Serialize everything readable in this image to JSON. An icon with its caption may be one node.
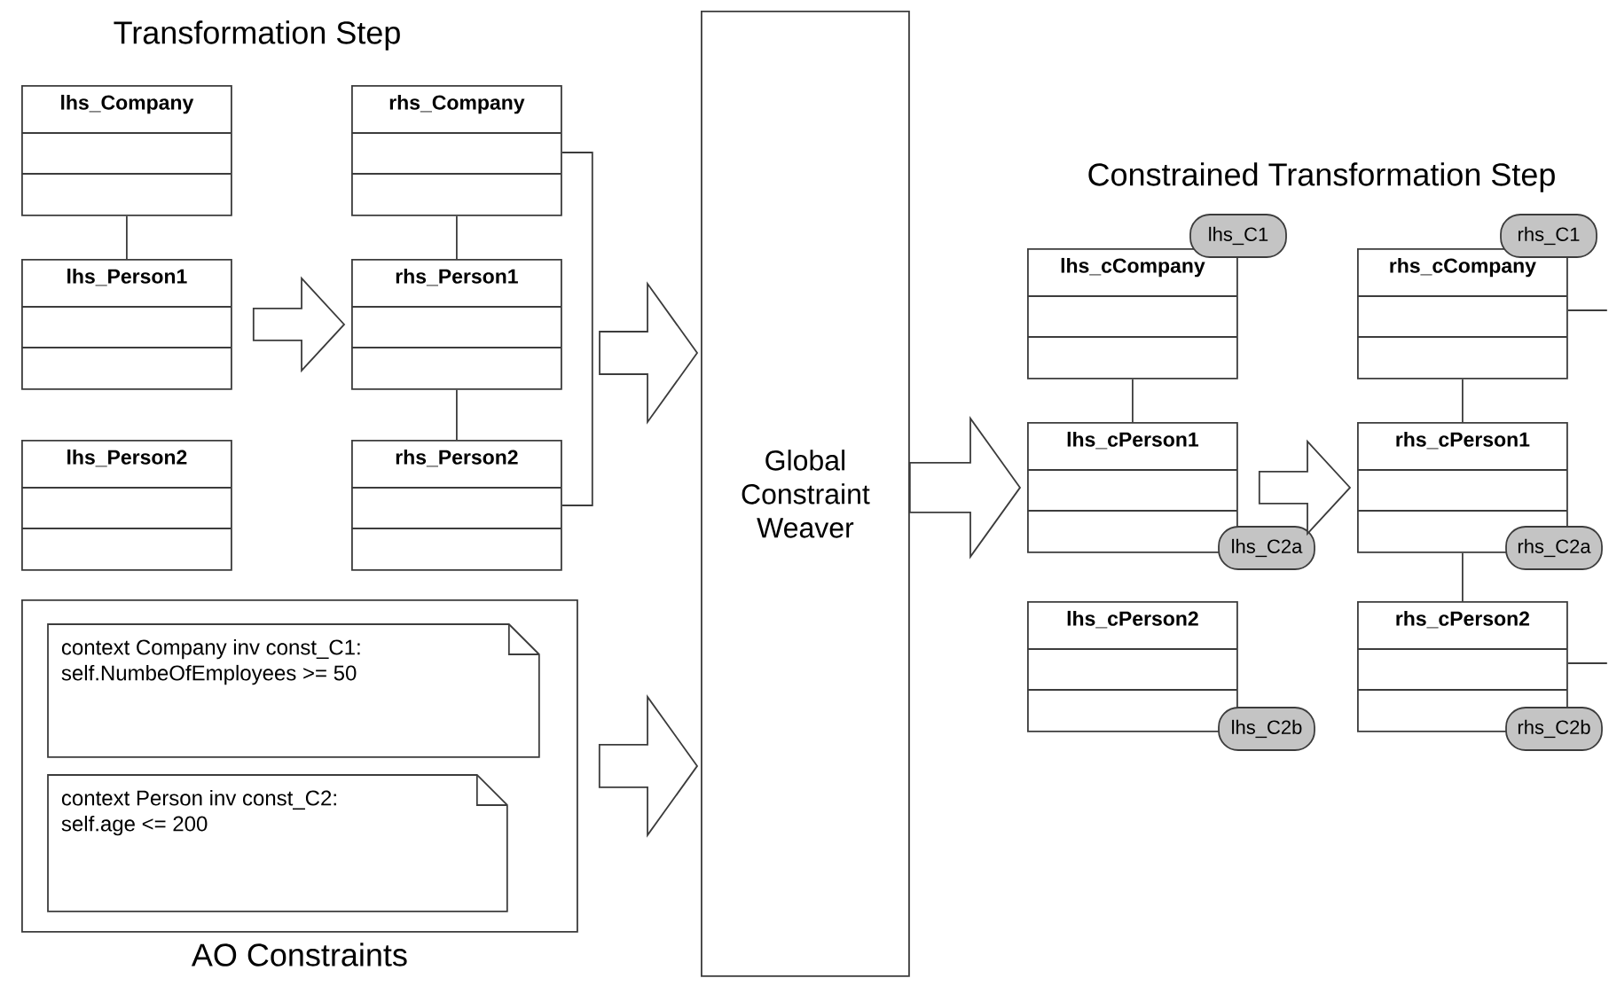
{
  "diagram": {
    "nodes": [
      {
        "text": [
          "lhs_Company"
        ]
      },
      {
        "text": [
          "rhs_Company"
        ]
      },
      {
        "text": [
          "lhs_Person1"
        ]
      },
      {
        "text": [
          "rhs_Person1"
        ]
      },
      {
        "text": [
          "lhs_Person2"
        ]
      },
      {
        "text": [
          "rhs_Person2"
        ]
      },
      {
        "text": [
          "AO Constraints"
        ]
      },
      {
        "text": [
          "context Company inv const_C1: self.NumbeOfEmployees >= 50"
        ],
        "in": 6
      },
      {
        "text": [
          "context Person inv const_C2: self.age <= 200"
        ],
        "in": 6
      },
      {
        "text": [
          "Global Constraint Weaver"
        ]
      },
      {
        "text": [
          "lhs_cCompany"
        ]
      },
      {
        "text": [
          "rhs_cCompany"
        ]
      },
      {
        "text": [
          "lhs_cPerson1"
        ]
      },
      {
        "text": [
          "rhs_cPerson1"
        ]
      },
      {
        "text": [
          "lhs_cPerson2"
        ]
      },
      {
        "text": [
          "rhs_cPerson2"
        ]
      },
      {
        "text": [
          "lhs_C1"
        ]
      },
      {
        "text": [
          "rhs_C1"
        ]
      },
      {
        "text": [
          "lhs_C2a"
        ]
      },
      {
        "text": [
          "rhs_C2a"
        ]
      },
      {
        "text": [
          "lhs_C2b"
        ]
      },
      {
        "text": [
          "rhs_C2b"
        ]
      }
    ],
    "edges": [
      {
        "from": 0,
        "to": 2,
        "arrow": "none"
      },
      {
        "from": 1,
        "to": 3,
        "arrow": "none"
      },
      {
        "from": 3,
        "to": 5,
        "arrow": "none"
      },
      {
        "from": 1,
        "to": 5,
        "arrow": "none"
      },
      {
        "from": 2,
        "to": 3,
        "arrow": "to"
      },
      {
        "from": null,
        "to": 9,
        "arrow": "to"
      },
      {
        "from": 6,
        "to": 9,
        "arrow": "to"
      },
      {
        "from": 9,
        "to": 12,
        "arrow": "to"
      },
      {
        "from": 12,
        "to": 13,
        "arrow": "to"
      },
      {
        "from": 10,
        "to": 12,
        "arrow": "none"
      },
      {
        "from": 11,
        "to": 13,
        "arrow": "none"
      },
      {
        "from": 13,
        "to": 15,
        "arrow": "none"
      },
      {
        "from": 11,
        "to": null,
        "arrow": "none"
      },
      {
        "from": 15,
        "to": null,
        "arrow": "none"
      }
    ],
    "labels": [
      "Transformation Step",
      "Constrained Transformation Step"
    ]
  }
}
